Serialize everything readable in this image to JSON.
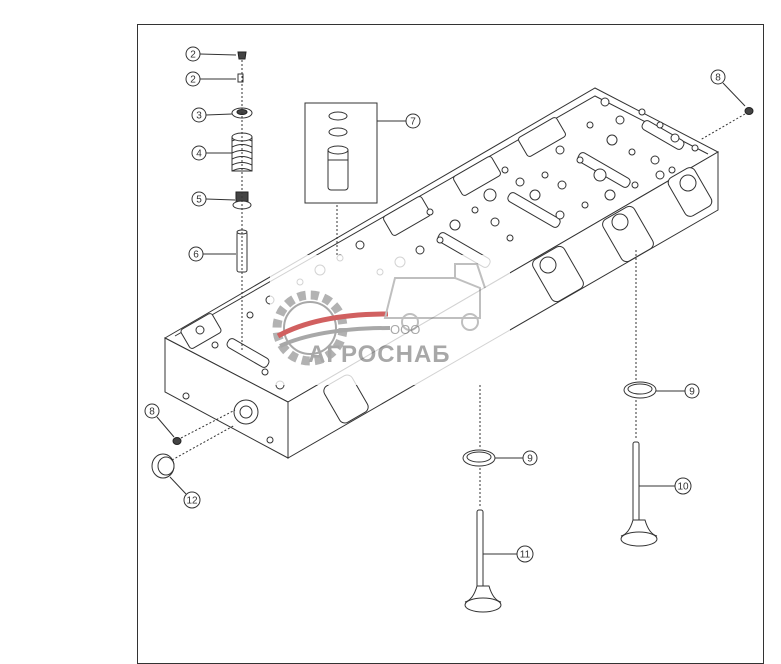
{
  "diagram": {
    "callouts": [
      {
        "id": "c2a",
        "label": "2"
      },
      {
        "id": "c2b",
        "label": "2"
      },
      {
        "id": "c3",
        "label": "3"
      },
      {
        "id": "c4",
        "label": "4"
      },
      {
        "id": "c5",
        "label": "5"
      },
      {
        "id": "c6",
        "label": "6"
      },
      {
        "id": "c7",
        "label": "7"
      },
      {
        "id": "c8a",
        "label": "8"
      },
      {
        "id": "c8b",
        "label": "8"
      },
      {
        "id": "c9a",
        "label": "9"
      },
      {
        "id": "c9b",
        "label": "9"
      },
      {
        "id": "c10",
        "label": "10"
      },
      {
        "id": "c11",
        "label": "11"
      },
      {
        "id": "c12",
        "label": "12"
      }
    ]
  },
  "watermark": {
    "company_prefix": "ООО",
    "company_name": "АГРОСНАБ"
  },
  "colors": {
    "line": "#333333",
    "part_fill": "#ffffff",
    "dark": "#222222",
    "watermark_red": "#c94545",
    "watermark_gray": "#9a9a9a"
  }
}
